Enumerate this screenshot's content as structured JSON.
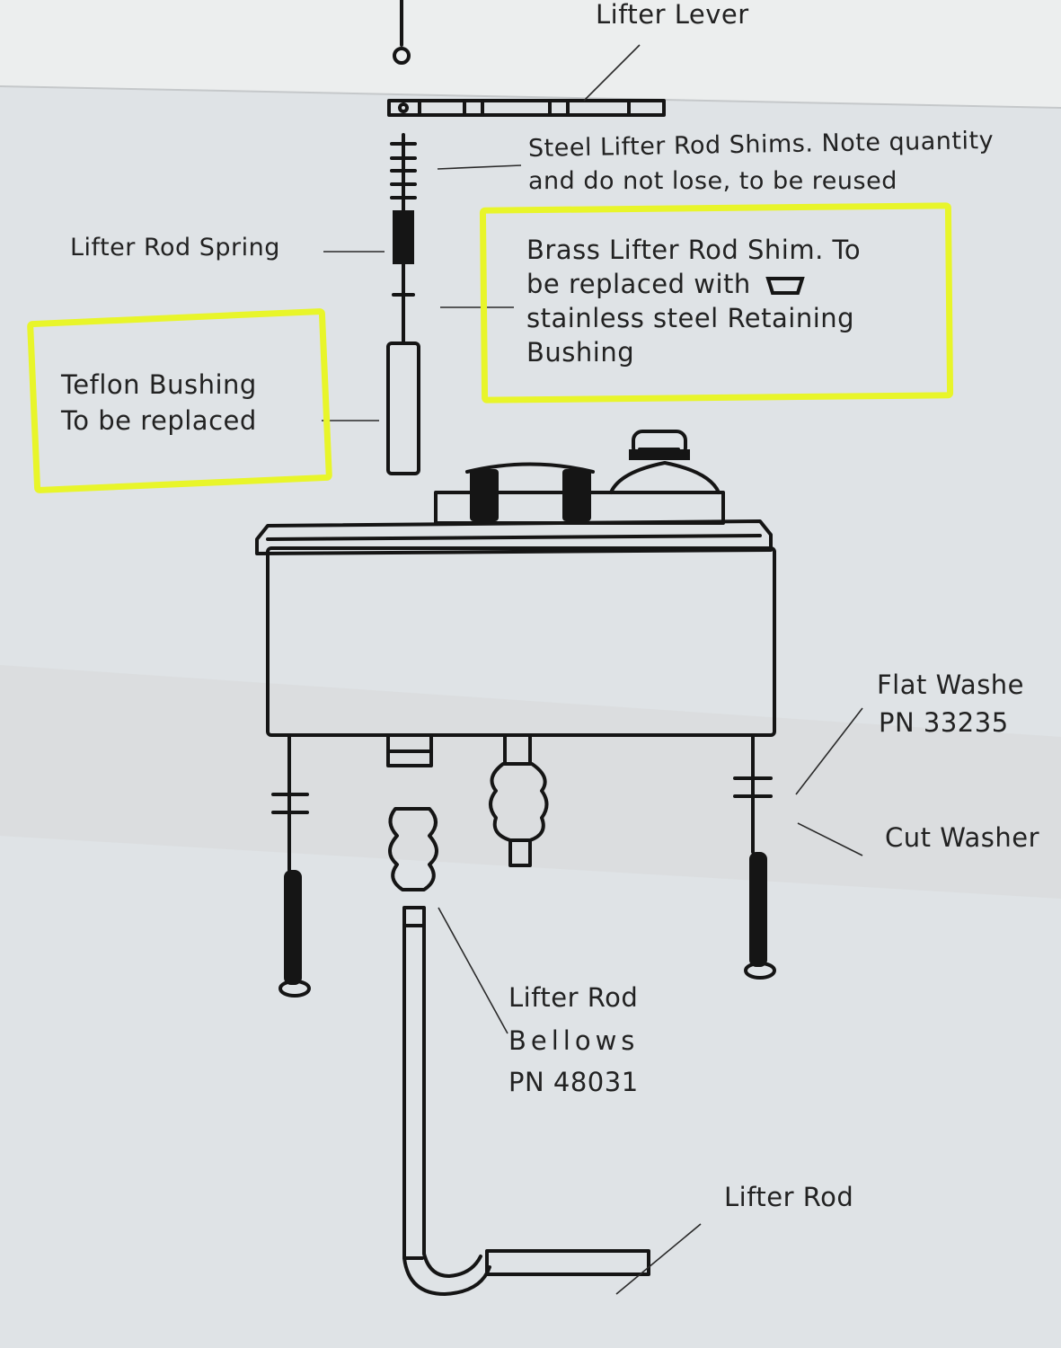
{
  "labels": {
    "lifter_lever": "Lifter Lever",
    "steel_shims_line1": "Steel Lifter Rod Shims. Note quantity",
    "steel_shims_line2": "and do not lose, to be reused",
    "lifter_rod_spring": "Lifter Rod Spring",
    "brass_shim_line1": "Brass Lifter Rod Shim. To",
    "brass_shim_line2": "be replaced with",
    "brass_shim_line3": "stainless  steel  Retaining",
    "brass_shim_line4": "Bushing",
    "teflon_line1": "Teflon  Bushing",
    "teflon_line2": "To be replaced",
    "flat_washer_line1": "Flat  Washe",
    "flat_washer_line2": "PN 33235",
    "cut_washer": "Cut Washer",
    "bellows_line1": "Lifter  Rod",
    "bellows_line2": "Bellows",
    "bellows_line3": "PN 48031",
    "lifter_rod": "Lifter Rod"
  },
  "colors": {
    "highlighter": "#e8f52a",
    "paper": "#dfe3e6",
    "ink": "#151515"
  },
  "icons": {
    "retaining_bushing": "retaining-bushing-icon"
  }
}
